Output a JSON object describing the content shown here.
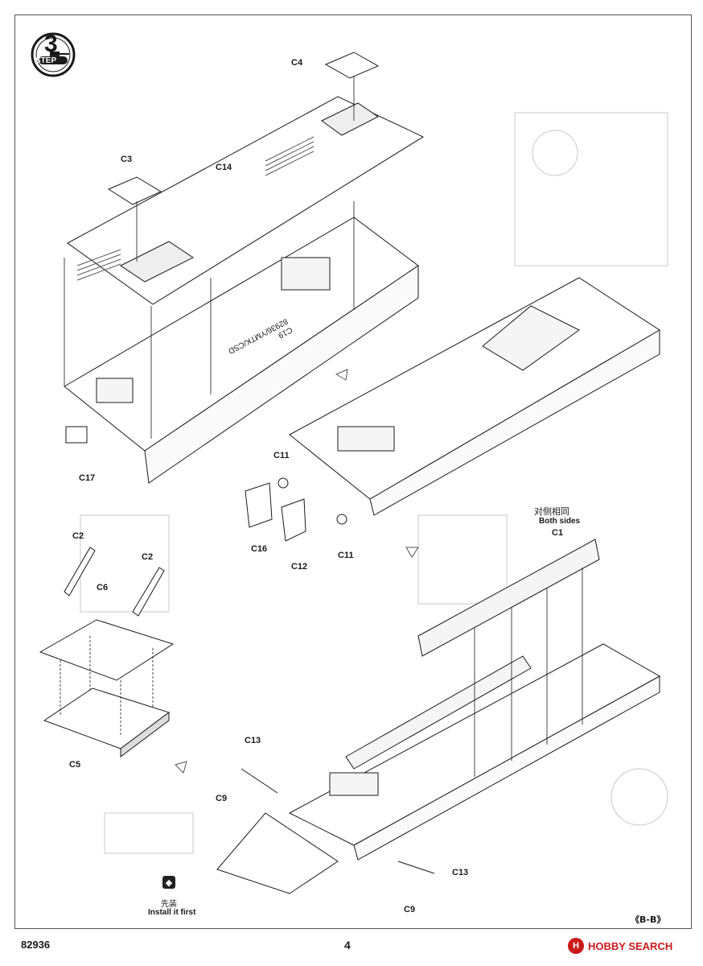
{
  "header": {
    "step_number": "3",
    "step_word": "STEP"
  },
  "parts": {
    "c4": "C4",
    "c3": "C3",
    "c14": "C14",
    "c17": "C17",
    "c11_top": "C11",
    "c11_bottom": "C11",
    "c16": "C16",
    "c12": "C12",
    "c2_left": "C2",
    "c2_right": "C2",
    "c6": "C6",
    "c5": "C5",
    "c1": "C1",
    "c13_top": "C13",
    "c13_bottom": "C13",
    "c9_top": "C9",
    "c9_bottom": "C9"
  },
  "molded_text": "C19\n82936/YMTK/CSD",
  "notes": {
    "both_sides_cn": "对侧相同",
    "both_sides_en": "Both sides",
    "install_first_cn": "先装",
    "install_first_en": "Install it first"
  },
  "footer": {
    "kit_code": "82936",
    "page_number": "4",
    "section_ref": "《B-B》"
  },
  "watermark": {
    "brand": "HOBBY SEARCH",
    "logo_letter": "H"
  },
  "icons": {
    "step": "tank-step-badge-icon",
    "install_first": "diamond-arrow-icon",
    "direction": "hollow-arrow-icon"
  },
  "colors": {
    "line": "#1a1a1a",
    "ghost": "#c8c8c8",
    "watermark": "#cc1a1a"
  }
}
